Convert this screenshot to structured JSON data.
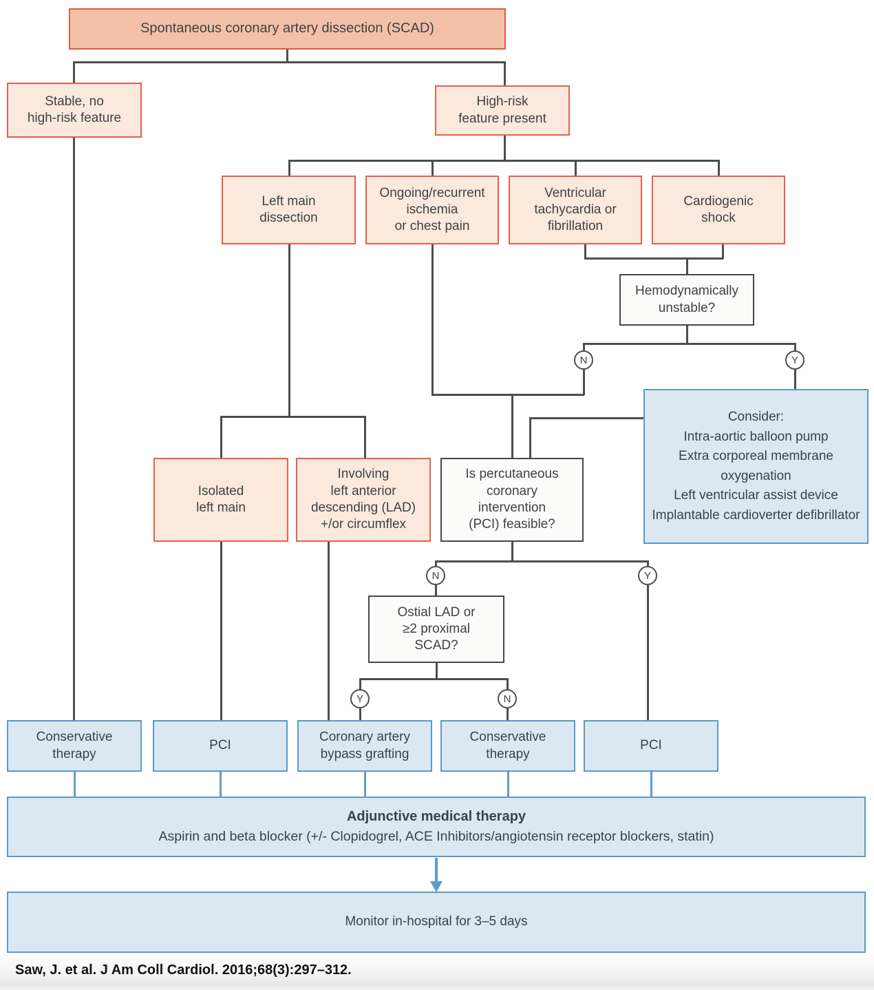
{
  "colors": {
    "salmon_fill": "#F4C0A7",
    "salmon_border": "#DE5847",
    "pink_fill": "#FCE9DD",
    "pink_border": "#E4604C",
    "blue_fill": "#DBE8F2",
    "blue_border": "#5B9AC5",
    "white_fill": "#FBFBF9",
    "dark_border": "#44484B",
    "line": "#4A4E50",
    "blue_line": "#5F9DCC",
    "arrow": "#5B9BD5",
    "text": "#3D4245",
    "citation_text": "#111111"
  },
  "nodes": {
    "scad": "Spontaneous coronary artery dissection (SCAD)",
    "stable": "Stable, no\nhigh-risk feature",
    "highrisk": "High-risk\nfeature present",
    "leftmain": "Left main\ndissection",
    "ongoing": "Ongoing/recurrent\nischemia\nor chest pain",
    "vt": "Ventricular\ntachycardia or\nfibrillation",
    "shock": "Cardiogenic\nshock",
    "hemo": "Hemodynamically\nunstable?",
    "consider": "Consider:\nIntra-aortic balloon pump\nExtra corporeal membrane oxygenation\nLeft ventricular assist device\nImplantable cardioverter defibrillator",
    "isolated": "Isolated\nleft main",
    "involving": "Involving\nleft anterior\ndescending (LAD)\n+/or circumflex",
    "feasible": "Is percutaneous\ncoronary\nintervention\n(PCI) feasible?",
    "ostial": "Ostial LAD or\n≥2 proximal\nSCAD?",
    "conservative1": "Conservative\ntherapy",
    "pci1": "PCI",
    "cabg": "Coronary artery\nbypass grafting",
    "conservative2": "Conservative\ntherapy",
    "pci2": "PCI",
    "adjunctive_title": "Adjunctive medical therapy",
    "adjunctive_subtitle": "Aspirin and  beta blocker (+/- Clopidogrel, ACE Inhibitors/angiotensin receptor blockers, statin)",
    "monitor": "Monitor in-hospital for 3–5 days"
  },
  "decisions": {
    "hemo_no": "N",
    "hemo_yes": "Y",
    "pci_no": "N",
    "pci_yes": "Y",
    "ostial_yes": "Y",
    "ostial_no": "N"
  },
  "citation": "Saw, J. et al. J Am Coll Cardiol. 2016;68(3):297–312."
}
